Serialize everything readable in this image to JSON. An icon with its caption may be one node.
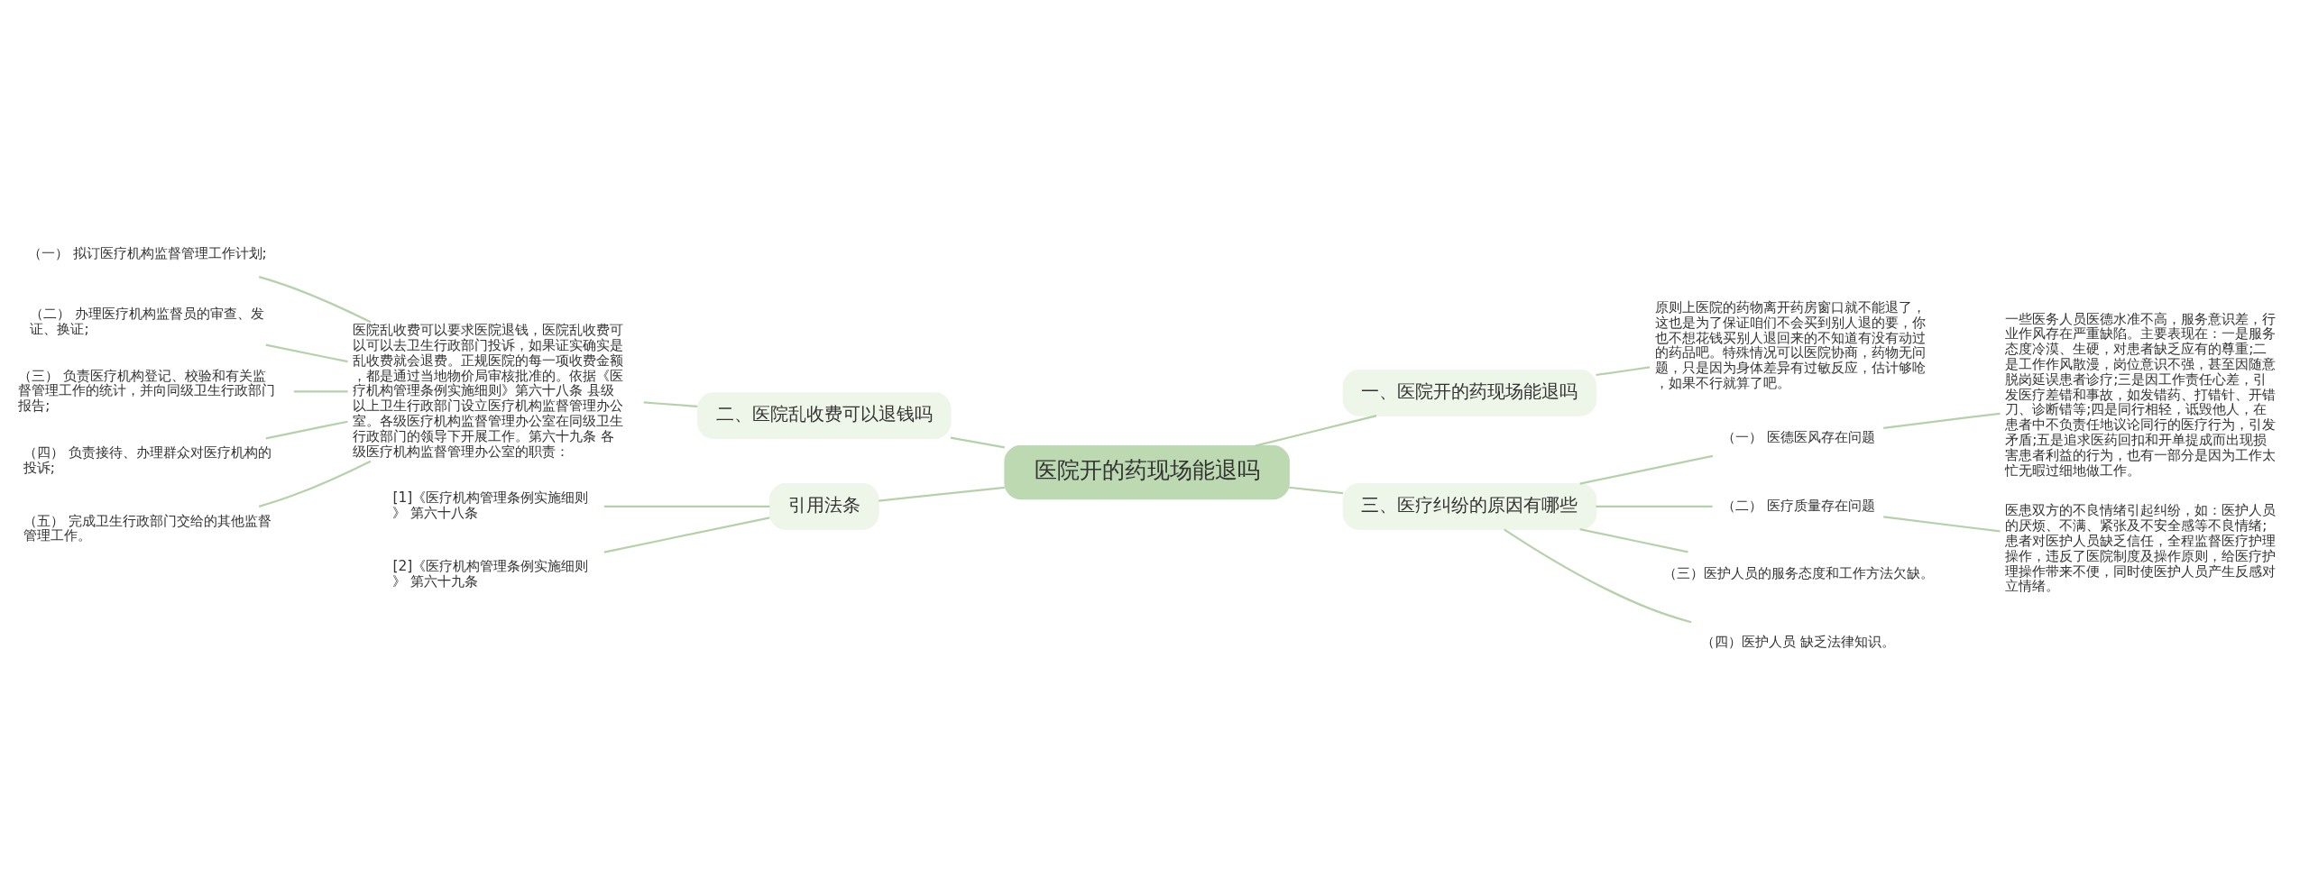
{
  "diagram": {
    "nodes": [
      {
        "text": [
          "医院开的药现场能退吗"
        ]
      },
      {
        "text": [
          "一、医院开的药现场能退吗"
        ]
      },
      {
        "text": [
          "原则上医院的药物离开药房窗口就不能退了，这也是为了保证咱们不会买到别人退的要，你也不想花钱买别人退回来的不知道有没有动过的药品吧。特殊情况可以医院协商，药物无问题，只是因为身体差异有过敏反应，估计够呛，如果不行就算了吧。"
        ]
      },
      {
        "text": [
          "三、医疗纠纷的原因有哪些"
        ]
      },
      {
        "text": [
          "（一） 医德医风存在问题"
        ]
      },
      {
        "text": [
          "一些医务人员医德水准不高，服务意识差，行业作风存在严重缺陷。主要表现在：一是服务态度冷漠、生硬，对患者缺乏应有的尊重;二是工作作风散漫，岗位意识不强，甚至因随意脱岗延误患者诊疗;三是因工作责任心差，引发医疗差错和事故，如发错药、打错针、开错刀、诊断错等;四是同行相轻，诋毁他人，在患者中不负责任地议论同行的医疗行为，引发矛盾;五是追求医药回扣和开单提成而出现损害患者利益的行为，也有一部分是因为工作太忙无暇过细地做工作。"
        ]
      },
      {
        "text": [
          "（二） 医疗质量存在问题"
        ]
      },
      {
        "text": [
          "医患双方的不良情绪引起纠纷，如：医护人员的厌烦、不满、紧张及不安全感等不良情绪;患者对医护人员缺乏信任，全程监督医疗护理操作，违反了医院制度及操作原则，给医疗护理操作带来不便，同时使医护人员产生反感对立情绪。"
        ]
      },
      {
        "text": [
          "（三）医护人员的服务态度和工作方法欠缺。"
        ]
      },
      {
        "text": [
          "（四）医护人员 缺乏法律知识。"
        ]
      },
      {
        "text": [
          "二、医院乱收费可以退钱吗"
        ]
      },
      {
        "text": [
          "医院乱收费可以要求医院退钱，医院乱收费可以可以去卫生行政部门投诉，如果证实确实是乱收费就会退费。正规医院的每一项收费金额，都是通过当地物价局审核批准的。依据《医疗机构管理条例实施细则》第六十八条 县级以上卫生行政部门设立医疗机构监督管理办公室。各级医疗机构监督管理办公室在同级卫生行政部门的领导下开展工作。第六十九条 各级医疗机构监督管理办公室的职责："
        ]
      },
      {
        "text": [
          "（一） 拟订医疗机构监督管理工作计划;"
        ]
      },
      {
        "text": [
          "（二） 办理医疗机构监督员的审查、发证、换证;"
        ]
      },
      {
        "text": [
          "（三） 负责医疗机构登记、校验和有关监督管理工作的统计，并向同级卫生行政部门报告;"
        ]
      },
      {
        "text": [
          "（四） 负责接待、办理群众对医疗机构的投诉;"
        ]
      },
      {
        "text": [
          "（五） 完成卫生行政部门交给的其他监督管理工作。"
        ]
      },
      {
        "text": [
          "引用法条"
        ]
      },
      {
        "text": [
          "[1]《医疗机构管理条例实施细则》 第六十八条"
        ]
      },
      {
        "text": [
          "[2]《医疗机构管理条例实施细则》 第六十九条"
        ]
      }
    ],
    "edges": [
      {
        "from": 0,
        "to": 1,
        "arrow": "none"
      },
      {
        "from": 1,
        "to": 2,
        "arrow": "none"
      },
      {
        "from": 0,
        "to": 3,
        "arrow": "none"
      },
      {
        "from": 3,
        "to": 4,
        "arrow": "none"
      },
      {
        "from": 4,
        "to": 5,
        "arrow": "none"
      },
      {
        "from": 3,
        "to": 6,
        "arrow": "none"
      },
      {
        "from": 6,
        "to": 7,
        "arrow": "none"
      },
      {
        "from": 3,
        "to": 8,
        "arrow": "none"
      },
      {
        "from": 3,
        "to": 9,
        "arrow": "none"
      },
      {
        "from": 0,
        "to": 10,
        "arrow": "none"
      },
      {
        "from": 10,
        "to": 11,
        "arrow": "none"
      },
      {
        "from": 11,
        "to": 12,
        "arrow": "none"
      },
      {
        "from": 11,
        "to": 13,
        "arrow": "none"
      },
      {
        "from": 11,
        "to": 14,
        "arrow": "none"
      },
      {
        "from": 11,
        "to": 15,
        "arrow": "none"
      },
      {
        "from": 11,
        "to": 16,
        "arrow": "none"
      },
      {
        "from": 0,
        "to": 17,
        "arrow": "none"
      },
      {
        "from": 17,
        "to": 18,
        "arrow": "none"
      },
      {
        "from": 17,
        "to": 19,
        "arrow": "none"
      }
    ]
  }
}
